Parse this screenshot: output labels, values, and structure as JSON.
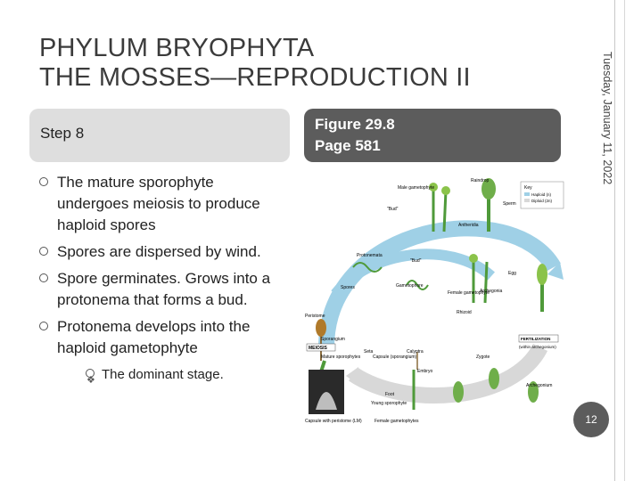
{
  "title": {
    "line1": "PHYLUM BRYOPHYTA",
    "line2": "THE MOSSES—REPRODUCTION II"
  },
  "date": "Tuesday, January 11, 2022",
  "left_header": "Step 8",
  "right_header": {
    "line1": "Figure 29.8",
    "line2": "Page 581"
  },
  "bullets": [
    "The mature sporophyte undergoes meiosis to produce haploid spores",
    "Spores are dispersed by wind.",
    "Spore germinates. Grows into a protonema that forms a bud.",
    "Protonema develops into the haploid gametophyte"
  ],
  "sub_bullet": "The dominant stage.",
  "page_number": "12",
  "figure_labels": {
    "male_gametophyte": "Male gametophyte",
    "raindrop": "Raindrop",
    "key": "Key",
    "haploid": "Haploid (n)",
    "diploid": "Diploid (2n)",
    "bud1": "\"Bud\"",
    "sperm": "Sperm",
    "antheridia": "Antheridia",
    "protonemata": "Protonemata",
    "bud2": "\"Bud\"",
    "egg": "Egg",
    "spores": "Spores",
    "gametophore": "Gametophore",
    "archegonia": "Archegonia",
    "female_gametophyte": "Female gametophyte",
    "rhizoid": "Rhizoid",
    "peristome": "Peristome",
    "sporangium": "Sporangium",
    "meiosis": "MEIOSIS",
    "mature_sporophytes": "Mature sporophytes",
    "seta": "Seta",
    "capsule": "Capsule (sporangium)",
    "calyptra": "Calyptra",
    "zygote": "Zygote",
    "fertilization": "FERTILIZATION",
    "within_archegonium": "(within archegonium)",
    "embryo": "Embryo",
    "archegonium": "Archegonium",
    "foot": "Foot",
    "young_sporophyte": "Young sporophyte",
    "capsule_lm": "Capsule with peristome (LM)",
    "female_gametophytes": "Female gametophytes"
  },
  "colors": {
    "haploid": "#9fd0e6",
    "diploid": "#d8d8d8",
    "header_dark": "#5c5c5c",
    "header_light": "#dedede",
    "plant_green": "#4f9a3a"
  }
}
